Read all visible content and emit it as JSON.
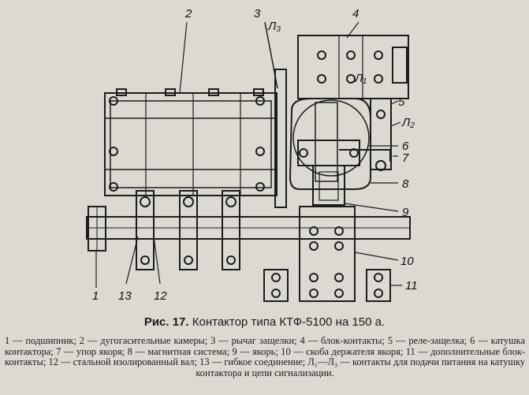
{
  "figure": {
    "callouts": {
      "c1": "1",
      "c2": "2",
      "c3": "3",
      "c4": "4",
      "c5": "5",
      "c6": "6",
      "c7": "7",
      "c8": "8",
      "c9": "9",
      "c10": "10",
      "c11": "11",
      "c12": "12",
      "c13": "13",
      "cL1": "Л₁",
      "cL2": "Л₂",
      "cL3": "Л₃"
    }
  },
  "caption": {
    "number": "Рис. 17.",
    "title": "Контактор типа КТФ-5100 на 150 а."
  },
  "legend": {
    "text": "1 — подшипник; 2 — дугогасительные камеры; 3 — рычаг защелки; 4 — блок-контакты; 5 — реле-защелка; 6 — катушка контактора; 7 — упор якоря; 8 — магнитная система; 9 — якорь; 10 — скоба держателя якоря; 11 — дополнительные блок-контакты; 12 — стальной изолированный вал; 13 — гибкое соединение; Л₁—Л₃ — контакты для подачи питания на катушку контактора и цепи сигнализации."
  }
}
